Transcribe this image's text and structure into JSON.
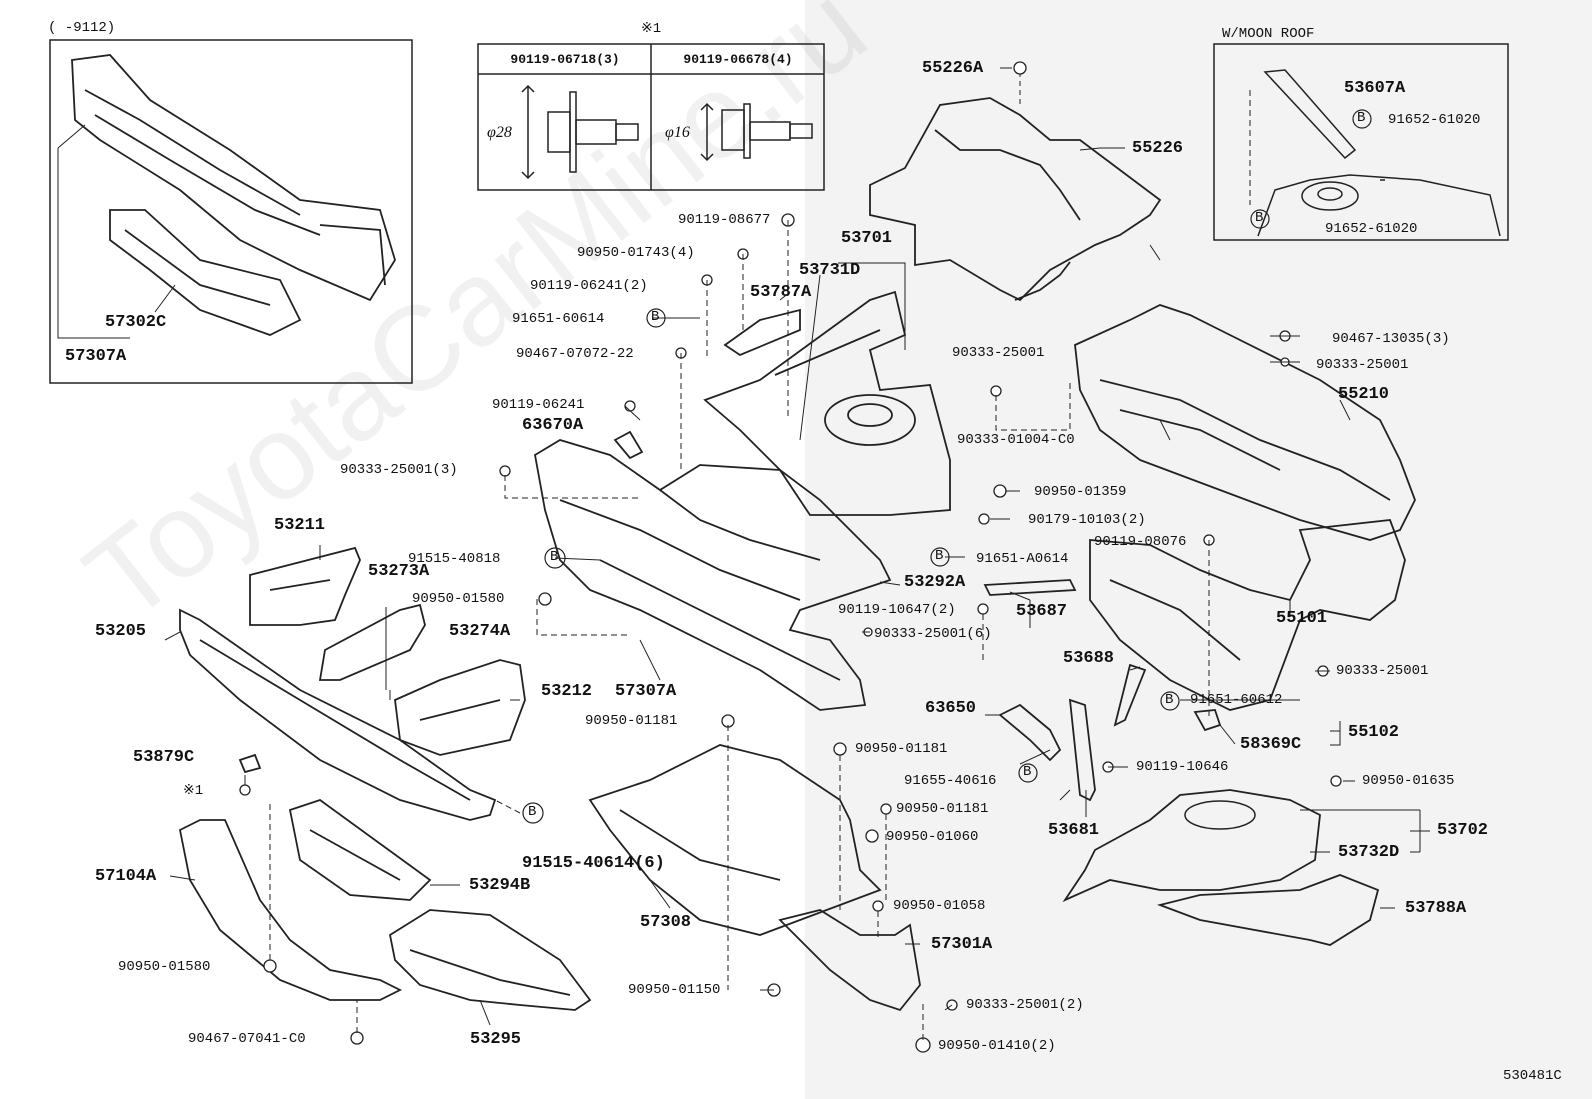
{
  "inset_top_left": {
    "range": "( -9112)",
    "labels": [
      "57302C",
      "57307A"
    ]
  },
  "fastener_table": {
    "marker": "※1",
    "columns": [
      {
        "part": "90119-06718(3)",
        "dim": "φ28"
      },
      {
        "part": "90119-06678(4)",
        "dim": "φ16"
      }
    ]
  },
  "moonroof_inset": {
    "title": "W/MOON ROOF",
    "labels": [
      "53607A",
      "91652-61020",
      "91652-61020"
    ]
  },
  "ref_marker_letter": "B",
  "labels": {
    "p55226A": "55226A",
    "p55226": "55226",
    "p90119_08677": "90119-08677",
    "p90950_01743": "90950-01743(4)",
    "p90119_06241a": "90119-06241(2)",
    "p91651_60614": "91651-60614",
    "p90467_07072": "90467-07072-22",
    "p90119_06241b": "90119-06241",
    "p63670A": "63670A",
    "p90333_25001_3": "90333-25001(3)",
    "p53701": "53701",
    "p53731D": "53731D",
    "p53787A": "53787A",
    "p90333_25001a": "90333-25001",
    "p90333_01004": "90333-01004-C0",
    "p90467_13035": "90467-13035(3)",
    "p90333_25001b": "90333-25001",
    "p55210": "55210",
    "p90950_01359": "90950-01359",
    "p90179_10103": "90179-10103(2)",
    "p90119_08076": "90119-08076",
    "p91651_A0614": "91651-A0614",
    "p53211": "53211",
    "p53273A": "53273A",
    "p91515_40818": "91515-40818",
    "p90950_01580a": "90950-01580",
    "p53292A": "53292A",
    "p90119_10647": "90119-10647(2)",
    "p53687": "53687",
    "p90333_25001_6": "90333-25001(6)",
    "p55101": "55101",
    "p53205": "53205",
    "p53274A": "53274A",
    "p53212": "53212",
    "p57307A": "57307A",
    "p53688": "53688",
    "p90333_25001c": "90333-25001",
    "p63650": "63650",
    "p91651_60612": "91651-60612",
    "p58369C": "58369C",
    "p55102": "55102",
    "p90950_01181a": "90950-01181",
    "p53879C": "53879C",
    "p90950_01181b": "90950-01181",
    "p91655_40616": "91655-40616",
    "p90119_10646": "90119-10646",
    "p90950_01635": "90950-01635",
    "p90950_01181c": "90950-01181",
    "p53681": "53681",
    "p53702": "53702",
    "p90950_01060": "90950-01060",
    "p91515_40614": "91515-40614(6)",
    "p53732D": "53732D",
    "p57104A": "57104A",
    "p53294B": "53294B",
    "p57308": "57308",
    "p90950_01058": "90950-01058",
    "p53788A": "53788A",
    "p57301A": "57301A",
    "p90950_01580b": "90950-01580",
    "p90950_01150": "90950-01150",
    "p90333_25001_2": "90333-25001(2)",
    "p53295": "53295",
    "p90467_07041": "90467-07041-C0",
    "p90950_01410": "90950-01410(2)",
    "p530481C": "530481C"
  },
  "watermark": "ToyotaCarMine.ru"
}
